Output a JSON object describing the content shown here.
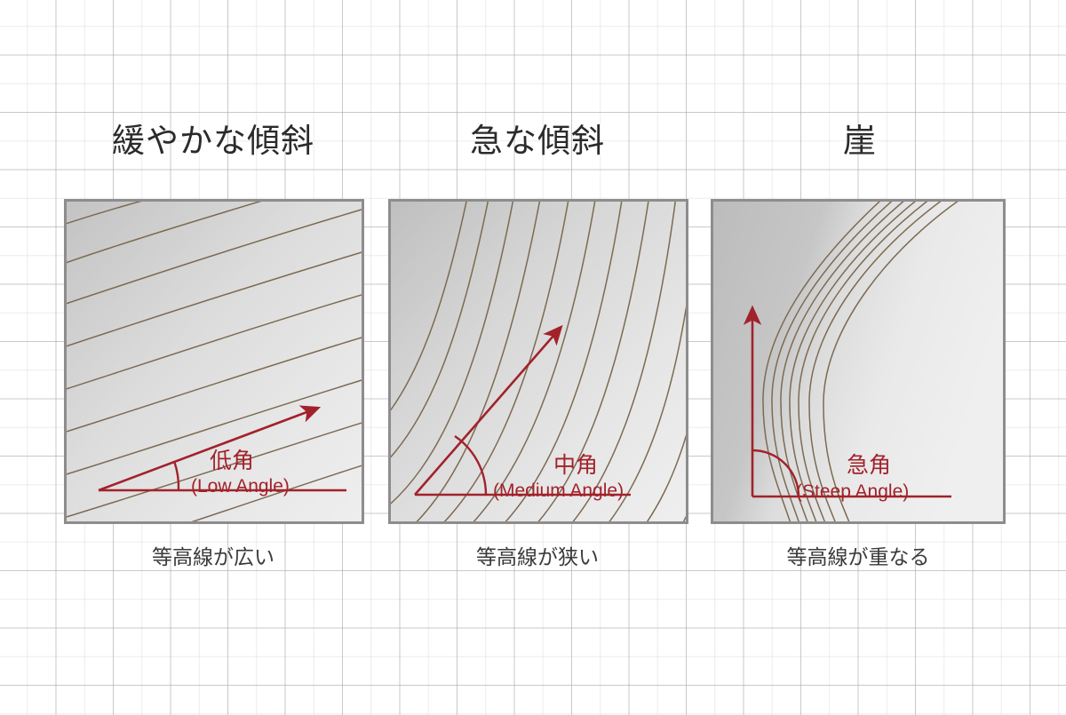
{
  "meta": {
    "background": "#ffffff",
    "grid_color": "#aaacb0",
    "panel_border_color": "#8d8d8d",
    "contour_color": "#7d6a52",
    "arrow_color": "#a2222b",
    "title_color": "#2b2b2b",
    "caption_color": "#3a3a3a"
  },
  "panels": [
    {
      "id": "gentle-slope",
      "title": "緩やかな傾斜",
      "caption": "等高線が広い",
      "angle_label_jp": "低角",
      "angle_label_en": "(Low Angle)",
      "angle_degrees": 22,
      "contour_spacing": "wide",
      "contour_count": 9,
      "arrow_direction": "up-right-shallow"
    },
    {
      "id": "steep-slope",
      "title": "急な傾斜",
      "caption": "等高線が狭い",
      "angle_label_jp": "中角",
      "angle_label_en": "(Medium Angle)",
      "angle_degrees": 58,
      "contour_spacing": "narrow",
      "contour_count": 12,
      "arrow_direction": "up-right-steep"
    },
    {
      "id": "cliff",
      "title": "崖",
      "caption": "等高線が重なる",
      "angle_label_jp": "急角",
      "angle_label_en": "(Steep Angle)",
      "angle_degrees": 90,
      "contour_spacing": "overlapping",
      "contour_count": 7,
      "arrow_direction": "up-vertical"
    }
  ]
}
